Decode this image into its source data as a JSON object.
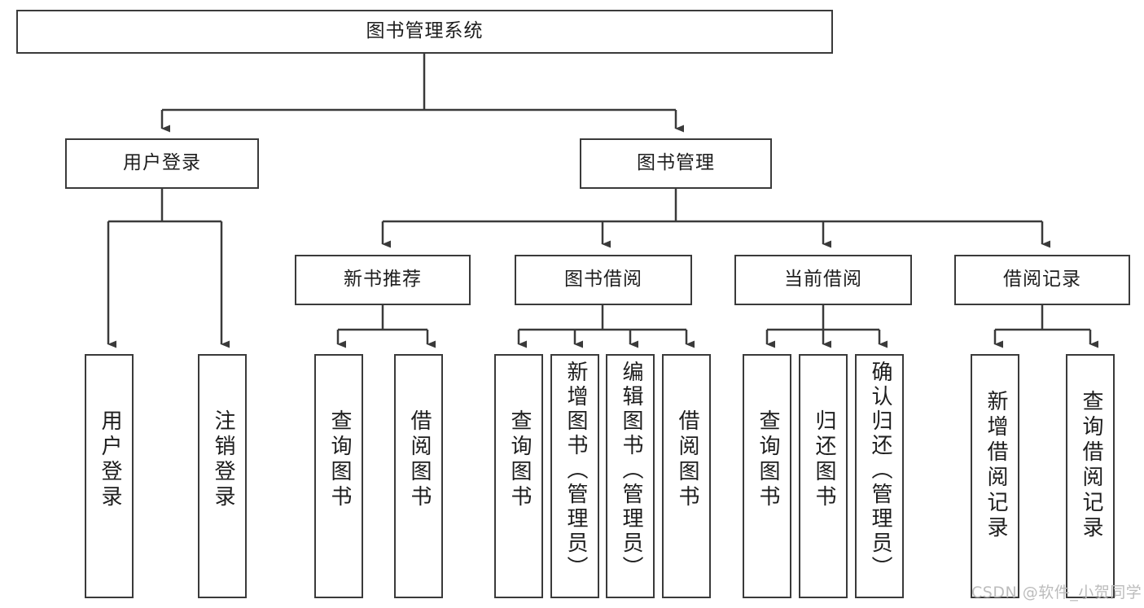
{
  "diagram": {
    "title": "图书管理系统",
    "type": "tree",
    "root": {
      "label": "图书管理系统"
    },
    "level1": [
      {
        "label": "用户登录"
      },
      {
        "label": "图书管理"
      }
    ],
    "level2": [
      {
        "label": "新书推荐"
      },
      {
        "label": "图书借阅"
      },
      {
        "label": "当前借阅"
      },
      {
        "label": "借阅记录"
      }
    ],
    "leaves": {
      "user_login": [
        {
          "label": "用户登录"
        },
        {
          "label": "注销登录"
        }
      ],
      "new_book_recommend": [
        {
          "label": "查询图书"
        },
        {
          "label": "借阅图书"
        }
      ],
      "book_borrow": [
        {
          "label": "查询图书"
        },
        {
          "label": "新增图书（管理员）"
        },
        {
          "label": "编辑图书（管理员）"
        },
        {
          "label": "借阅图书"
        }
      ],
      "current_borrow": [
        {
          "label": "查询图书"
        },
        {
          "label": "归还图书"
        },
        {
          "label": "确认归还（管理员）"
        }
      ],
      "borrow_record": [
        {
          "label": "新增借阅记录"
        },
        {
          "label": "查询借阅记录"
        }
      ]
    }
  },
  "watermark": {
    "text": "CSDN @软件_小贺同学"
  },
  "colors": {
    "stroke": "#3a3a3a",
    "fill": "#ffffff",
    "text": "#1d1d1d",
    "watermark": "#bcbcbc"
  }
}
